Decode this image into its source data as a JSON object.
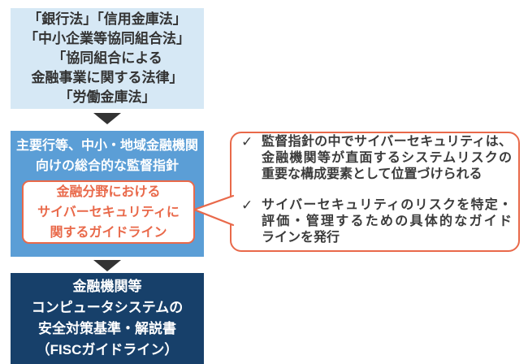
{
  "colors": {
    "light_blue": "#d6e8f5",
    "mid_blue": "#5b9ed6",
    "navy": "#17406a",
    "orange": "#e9694a",
    "text_dark": "#333333",
    "callout_text": "#3b3b3b"
  },
  "law_box": {
    "lines": [
      "「銀行法」「信用金庫法」",
      "「中小企業等協同組合法」",
      "「協同組合による",
      "金融事業に関する法律」",
      "「労働金庫法」"
    ]
  },
  "supervision_box": {
    "header_lines": [
      "主要行等、中小・地域金融機関",
      "向けの総合的な監督指針"
    ],
    "guideline_lines": [
      "金融分野における",
      "サイバーセキュリティに",
      "関するガイドライン"
    ]
  },
  "fisc_box": {
    "lines": [
      "金融機関等",
      "コンピュータシステムの",
      "安全対策基準・解説書",
      "（FISCガイドライン）"
    ]
  },
  "callout": {
    "check_glyph": "✓",
    "items": [
      {
        "lines": [
          "監督指針の中でサイバーセキュリティは、",
          "金融機関等が直面するシステムリスクの",
          "重要な構成要素として位置づけられる"
        ]
      },
      {
        "lines": [
          "サイバーセキュリティのリスクを特定・",
          "評価・管理するための具体的なガイド",
          "ラインを発行"
        ]
      }
    ]
  }
}
